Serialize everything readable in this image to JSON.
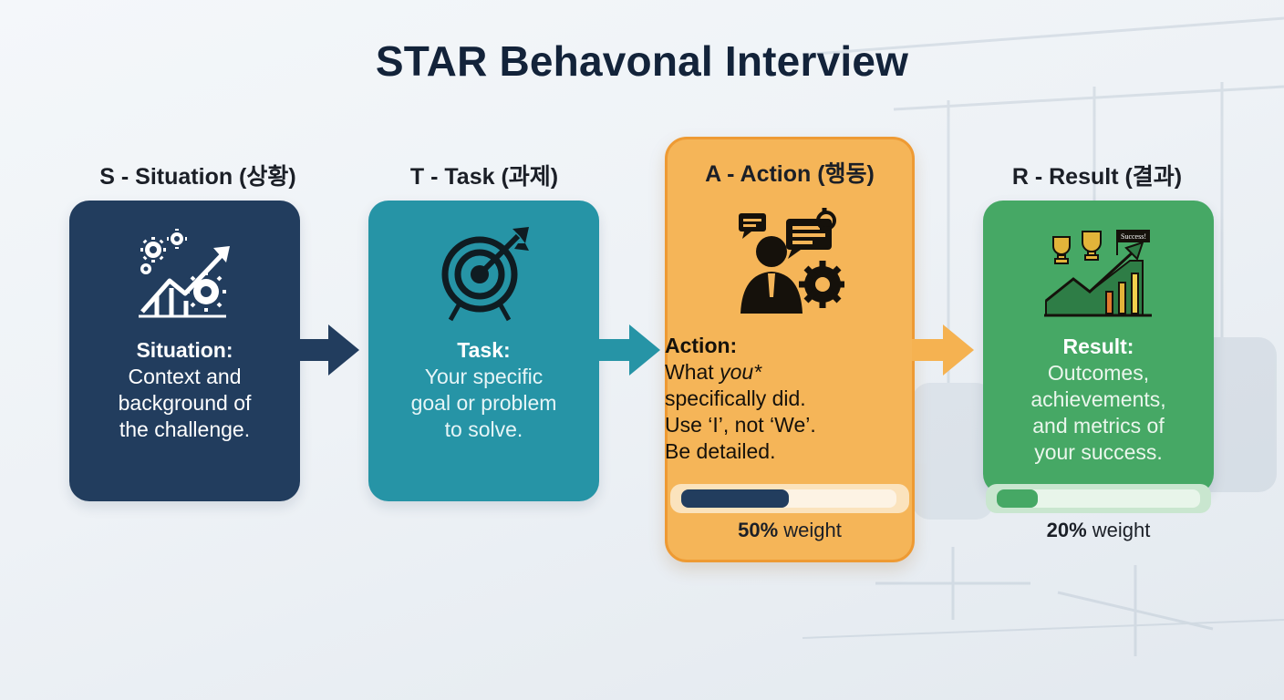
{
  "title": "STAR Behavonal Interview",
  "steps": [
    {
      "label": "S - Situation (상황)",
      "heading": "Situation:",
      "lines": [
        "Context and",
        "background of",
        "the challenge."
      ]
    },
    {
      "label": "T - Task (과제)",
      "heading": "Task:",
      "lines": [
        "Your specific",
        "goal or problem",
        "to solve."
      ]
    },
    {
      "label": "A - Action (행동)",
      "heading": "Action:",
      "line1_pre": "What ",
      "line1_em": "you*",
      "lines": [
        "specifically did.",
        "Use ‘I’, not ‘We’.",
        "Be detailed."
      ],
      "weight_pct": "50%",
      "weight_word": " weight",
      "weight_fraction": 0.5
    },
    {
      "label": "R - Result (결과)",
      "heading": "Result:",
      "lines": [
        "Outcomes,",
        "achievements,",
        "and metrics of",
        "your success."
      ],
      "weight_pct": "20%",
      "weight_word": " weight",
      "weight_fraction": 0.2,
      "flag_text": "Success!"
    }
  ],
  "colors": {
    "situation": "#223d5e",
    "task": "#2694a6",
    "action": "#f5b558",
    "result": "#46a865",
    "navy": "#223d5e",
    "arrow_orange": "#f5b251"
  },
  "icons": [
    "gears-growth-icon",
    "target-arrow-icon",
    "person-speech-gear-icon",
    "trophy-growth-icon"
  ]
}
